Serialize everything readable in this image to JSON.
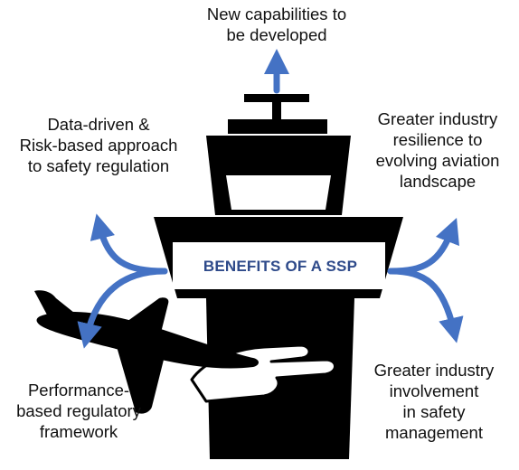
{
  "center": {
    "title": "BENEFITS OF A SSP"
  },
  "benefits": {
    "top": [
      "New capabilities to",
      "be developed"
    ],
    "upper_left": [
      "Data-driven &",
      "Risk-based approach",
      "to safety regulation"
    ],
    "upper_right": [
      "Greater industry",
      "resilience to",
      "evolving aviation",
      "landscape"
    ],
    "lower_left": [
      "Performance-",
      "based regulatory",
      "framework"
    ],
    "lower_right": [
      "Greater industry",
      "involvement",
      "in safety",
      "management"
    ]
  },
  "colors": {
    "arrow": "#4472c4",
    "tower": "#000000",
    "title_text": "#2e4a8a",
    "window": "#ffffff"
  },
  "icons": [
    "control-tower-icon",
    "airplane-icon",
    "hand-icon"
  ]
}
